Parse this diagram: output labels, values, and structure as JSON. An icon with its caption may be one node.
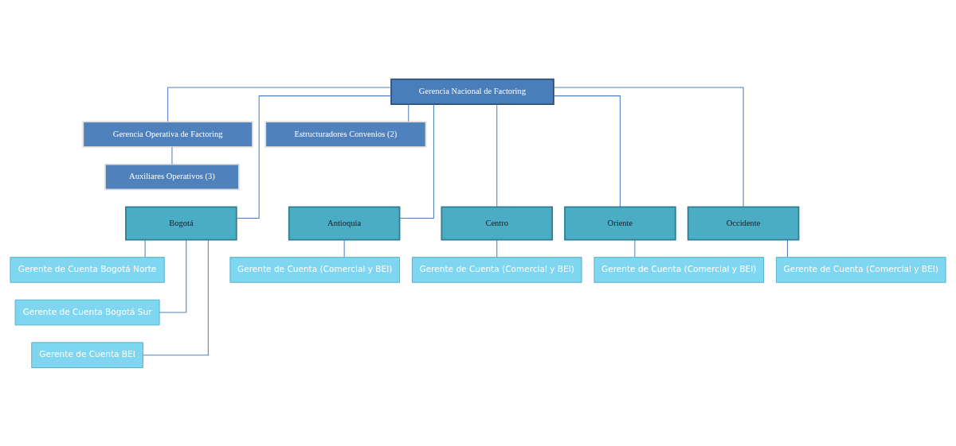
{
  "diagram": {
    "nodes": [
      {
        "text": [
          "Gerencia Nacional de Factoring"
        ]
      },
      {
        "text": [
          "Gerencia Operativa de Factoring"
        ]
      },
      {
        "text": [
          "Estructuradores Convenios (2)"
        ]
      },
      {
        "text": [
          "Auxiliares Operativos (3)"
        ]
      },
      {
        "text": [
          "Bogotá"
        ]
      },
      {
        "text": [
          "Antioquia"
        ]
      },
      {
        "text": [
          "Centro"
        ]
      },
      {
        "text": [
          "Oriente"
        ]
      },
      {
        "text": [
          "Occidente"
        ]
      },
      {
        "text": [
          "Gerente de Cuenta Bogotá Norte"
        ]
      },
      {
        "text": [
          "Gerente de Cuenta Bogotá Sur"
        ]
      },
      {
        "text": [
          "Gerente de Cuenta BEI"
        ]
      },
      {
        "text": [
          "Gerente de Cuenta (Comercial y BEI)"
        ]
      },
      {
        "text": [
          "Gerente de Cuenta (Comercial y BEI)"
        ]
      },
      {
        "text": [
          "Gerente de Cuenta (Comercial y BEI)"
        ]
      },
      {
        "text": [
          "Gerente de Cuenta (Comercial y BEI)"
        ]
      }
    ],
    "edges": [
      {
        "from": 0,
        "to": 1,
        "arrow": "none"
      },
      {
        "from": 0,
        "to": 2,
        "arrow": "none"
      },
      {
        "from": 1,
        "to": 3,
        "arrow": "none"
      },
      {
        "from": 0,
        "to": 4,
        "arrow": "none"
      },
      {
        "from": 0,
        "to": 5,
        "arrow": "none"
      },
      {
        "from": 0,
        "to": 6,
        "arrow": "none"
      },
      {
        "from": 0,
        "to": 7,
        "arrow": "none"
      },
      {
        "from": 0,
        "to": 8,
        "arrow": "none"
      },
      {
        "from": 4,
        "to": 9,
        "arrow": "none"
      },
      {
        "from": 4,
        "to": 10,
        "arrow": "none"
      },
      {
        "from": 4,
        "to": 11,
        "arrow": "none"
      },
      {
        "from": 5,
        "to": 12,
        "arrow": "none"
      },
      {
        "from": 6,
        "to": 13,
        "arrow": "none"
      },
      {
        "from": 7,
        "to": 14,
        "arrow": "none"
      },
      {
        "from": 8,
        "to": 15,
        "arrow": "none"
      }
    ]
  }
}
